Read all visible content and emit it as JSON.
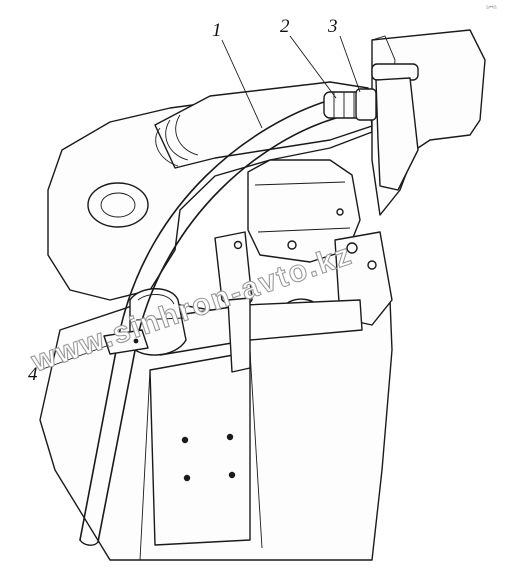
{
  "callouts": [
    {
      "id": "1",
      "label": "1",
      "meaning": "hose"
    },
    {
      "id": "2",
      "label": "2",
      "meaning": "clamp"
    },
    {
      "id": "3",
      "label": "3",
      "meaning": "fitting"
    },
    {
      "id": "4",
      "label": "4",
      "meaning": "clip"
    }
  ],
  "watermark": "www.sinhron-avto.kz",
  "corner_mark": "s••n"
}
